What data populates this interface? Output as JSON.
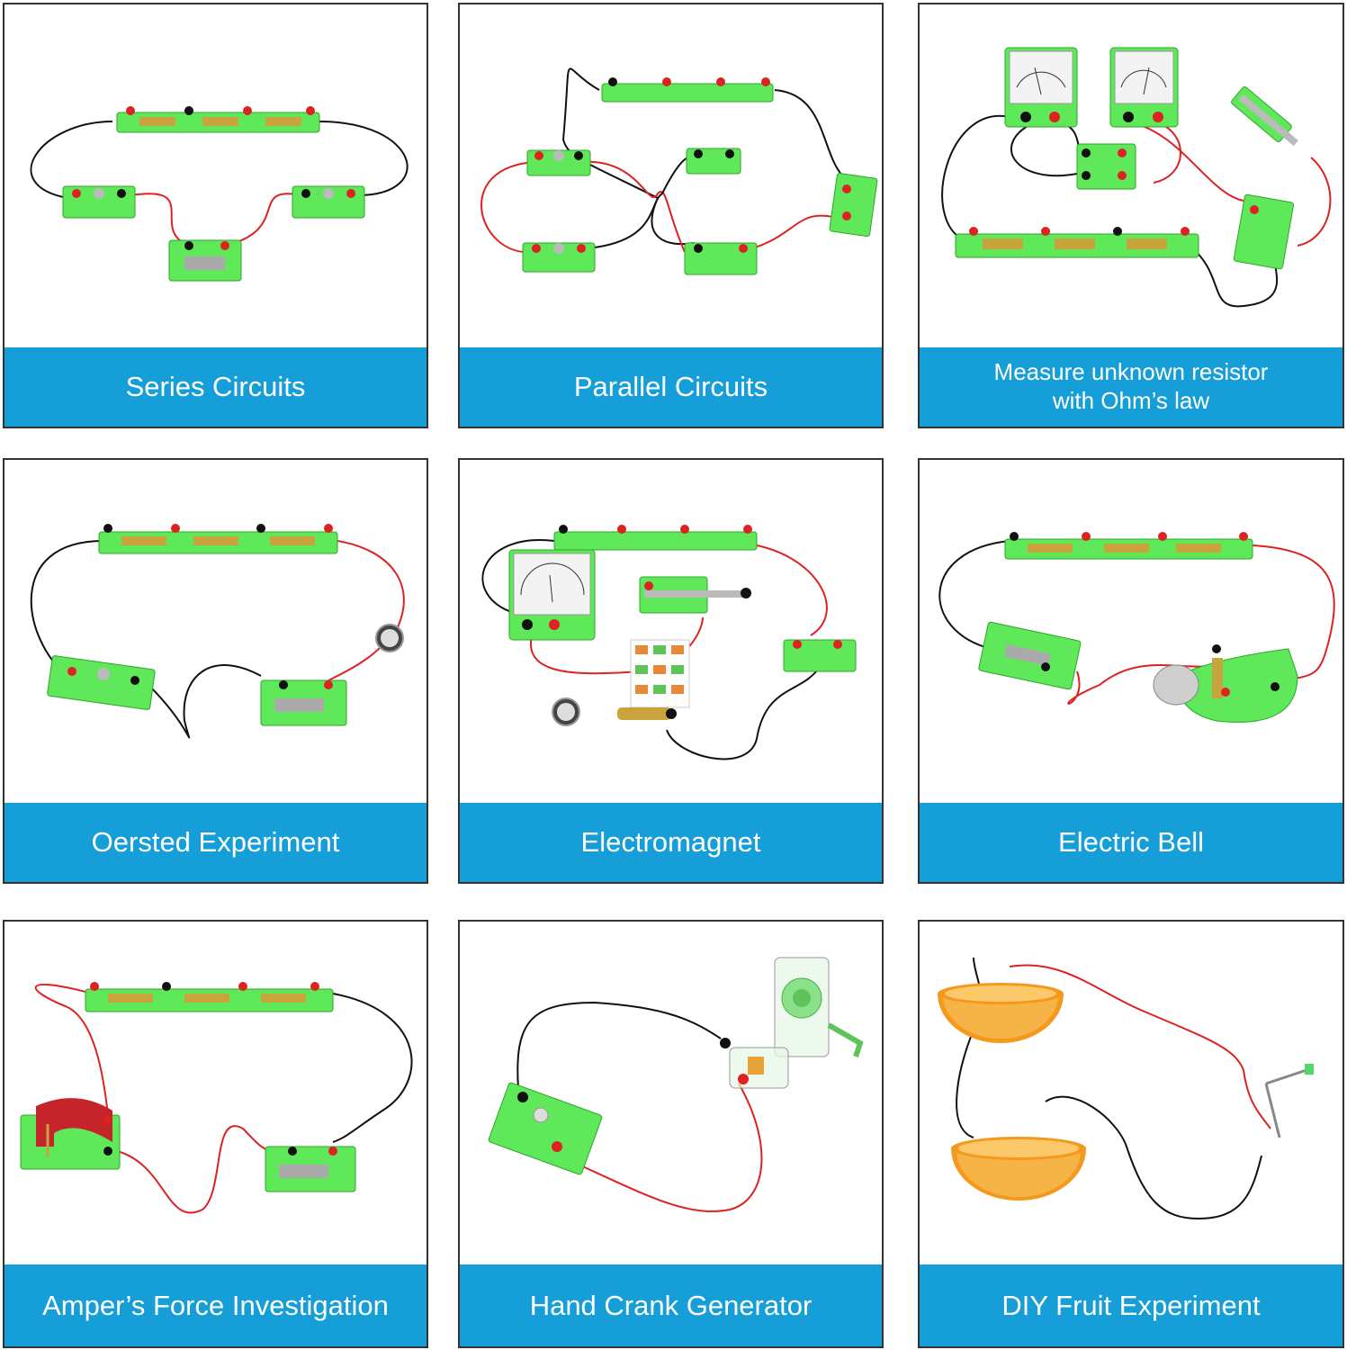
{
  "colors": {
    "caption_bg": "#159ed8",
    "caption_text": "#ffffff",
    "board_green": "#5ee85a",
    "border": "#333333"
  },
  "tiles": [
    {
      "caption": "Series Circuits",
      "scene": "series-circuit"
    },
    {
      "caption": "Parallel Circuits",
      "scene": "parallel-circuit"
    },
    {
      "caption_lines": [
        "Measure unknown resistor",
        "with Ohm’s law"
      ],
      "scene": "ohms-law-circuit"
    },
    {
      "caption": "Oersted Experiment",
      "scene": "oersted-experiment"
    },
    {
      "caption": "Electromagnet",
      "scene": "electromagnet-kit"
    },
    {
      "caption": "Electric Bell",
      "scene": "electric-bell-circuit"
    },
    {
      "caption": "Amper’s Force Investigation",
      "scene": "ampere-force-setup"
    },
    {
      "caption": "Hand Crank Generator",
      "scene": "hand-crank-generator"
    },
    {
      "caption": "DIY Fruit Experiment",
      "scene": "orange-battery"
    }
  ]
}
